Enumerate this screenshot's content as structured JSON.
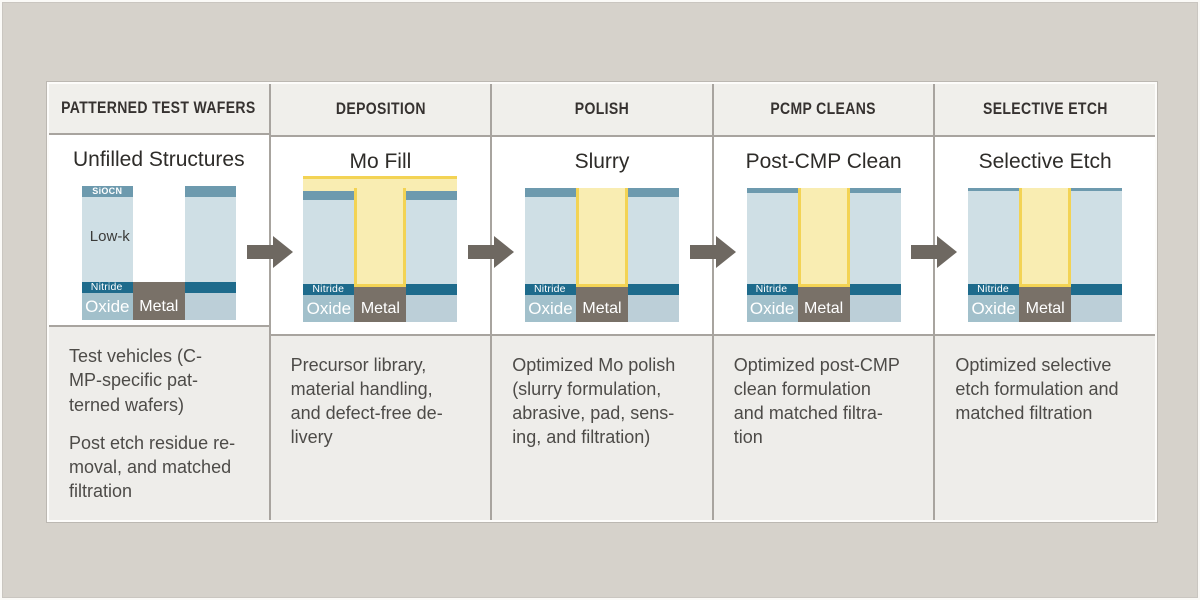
{
  "table": {
    "columns": [
      {
        "header": "PATTERNED TEST WAFERS",
        "subtitle": "Unfilled Structures",
        "paragraphs": [
          "Test vehicles (C-\nMP-specific pat-\nterned wafers)",
          "Post etch residue re-\nmoval, and matched\nfiltration"
        ]
      },
      {
        "header": "DEPOSITION",
        "subtitle": "Mo Fill",
        "paragraphs": [
          "Precursor library,\nmaterial handling,\nand defect-free de-\nlivery"
        ]
      },
      {
        "header": "POLISH",
        "subtitle": "Slurry",
        "paragraphs": [
          "Optimized Mo polish\n(slurry formulation,\nabrasive, pad, sens-\ning, and filtration)"
        ]
      },
      {
        "header": "PCMP CLEANS",
        "subtitle": "Post-CMP Clean",
        "paragraphs": [
          "Optimized post-CMP\nclean formulation\nand matched filtra-\ntion"
        ]
      },
      {
        "header": "SELECTIVE ETCH",
        "subtitle": "Selective Etch",
        "paragraphs": [
          "Optimized selective\netch formulation and\nmatched filtration"
        ]
      }
    ]
  },
  "diagram_labels": {
    "siocn": "SiOCN",
    "low_k": "Low-k",
    "nitride": "Nitride",
    "oxide": "Oxide",
    "metal": "Metal"
  },
  "colors": {
    "page_background": "#d6d2cb",
    "header_cell": "#f0efeb",
    "bottom_cell": "#eeedea",
    "grid_line": "#a8a49f",
    "header_text": "#363230",
    "body_text": "#4d4b48",
    "low_k": "#cfdfe5",
    "siocn": "#6d9aae",
    "nitride": "#1e6b8c",
    "oxide": "#a2c0cb",
    "oxide_light": "#bccfd8",
    "metal": "#797168",
    "mo_fill": "#f9edb2",
    "mo_fill_edge": "#f3d354",
    "arrow": "#6e6861"
  }
}
